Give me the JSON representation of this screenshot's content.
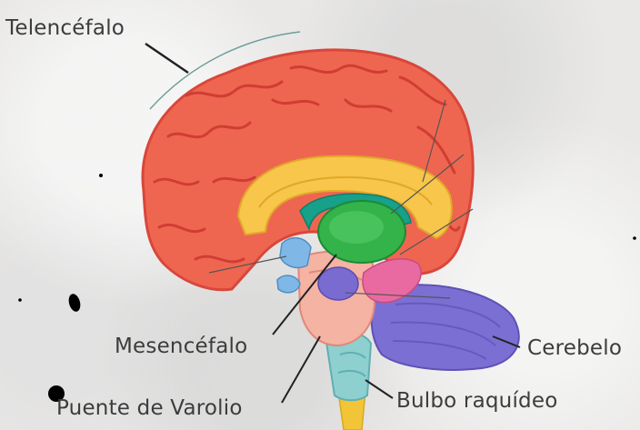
{
  "labels": {
    "telencefalo": "Telencéfalo",
    "mesencefalo": "Mesencéfalo",
    "puente": "Puente de Varolio",
    "bulbo": "Bulbo raquídeo",
    "cerebelo": "Cerebelo"
  },
  "colors": {
    "cortex": "#ef6650",
    "cortex_dark": "#d9463a",
    "corpus_callosum": "#f7c64a",
    "thalamus": "#33b34a",
    "fornix": "#17a08a",
    "hypothalamus": "#7fb8e6",
    "midbrain": "#f4b3a3",
    "pons": "#f6a38e",
    "medulla": "#8ecfd0",
    "spinal_cord": "#f2c437",
    "cerebellum": "#7b6fd3"
  }
}
